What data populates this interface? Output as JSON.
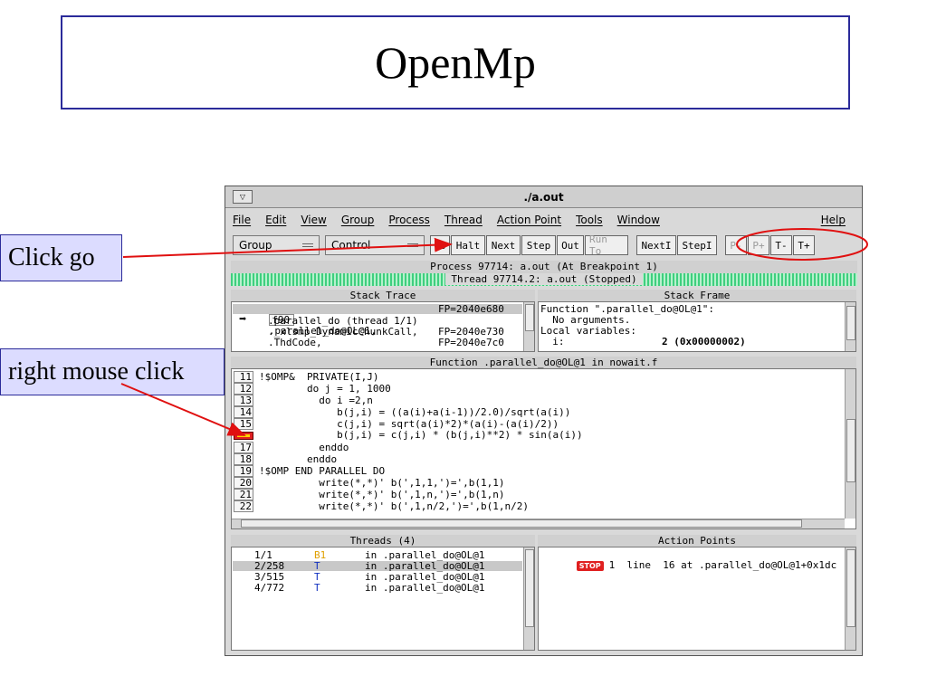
{
  "slide": {
    "title": "OpenMp",
    "callout_go": "Click go",
    "callout_right": "right mouse click"
  },
  "window": {
    "title": "./a.out",
    "menu": [
      "File",
      "Edit",
      "View",
      "Group",
      "Process",
      "Thread",
      "Action Point",
      "Tools",
      "Window"
    ],
    "help": "Help",
    "toolbar": {
      "group_label": "Group",
      "control_label": "Control",
      "buttons": [
        "Go",
        "Halt",
        "Next",
        "Step",
        "Out",
        "Run To",
        "NextI",
        "StepI",
        "P-",
        "P+",
        "T-",
        "T+"
      ]
    },
    "process_status": "Process 97714: a.out (At Breakpoint 1)",
    "thread_status": "Thread 97714.2: a.out (Stopped)"
  },
  "stack_trace": {
    "header": "Stack Trace",
    "rows": [
      {
        "lang": "f90",
        "name": ".parallel_do@OL@1,",
        "fp": "FP=2040e680"
      },
      {
        "lang": "",
        "name": ".parallel_do (thread 1/1)",
        "fp": ""
      },
      {
        "lang": "",
        "name": "._xlsmp_DynamicChunkCall,",
        "fp": "FP=2040e730"
      },
      {
        "lang": "",
        "name": ".ThdCode,",
        "fp": "FP=2040e7c0"
      }
    ]
  },
  "stack_frame": {
    "header": "Stack Frame",
    "lines": [
      "Function \".parallel_do@OL@1\":",
      "  No arguments.",
      "Local variables:"
    ],
    "var_name": "  i:",
    "var_value": "2 (0x00000002)"
  },
  "source": {
    "header": "Function .parallel_do@OL@1 in nowait.f",
    "lines": [
      {
        "num": "11",
        "code": "!$OMP&  PRIVATE(I,J)"
      },
      {
        "num": "12",
        "code": "        do j = 1, 1000"
      },
      {
        "num": "13",
        "code": "          do i =2,n"
      },
      {
        "num": "14",
        "code": "             b(j,i) = ((a(i)+a(i-1))/2.0)/sqrt(a(i))"
      },
      {
        "num": "15",
        "code": "             c(j,i) = sqrt(a(i)*2)*(a(i)-(a(i)/2))"
      },
      {
        "num": "",
        "code": "             b(j,i) = c(j,i) * (b(j,i)**2) * sin(a(i))"
      },
      {
        "num": "17",
        "code": "          enddo"
      },
      {
        "num": "18",
        "code": "        enddo"
      },
      {
        "num": "19",
        "code": "!$OMP END PARALLEL DO"
      },
      {
        "num": "20",
        "code": "          write(*,*)' b(',1,1,')=',b(1,1)"
      },
      {
        "num": "21",
        "code": "          write(*,*)' b(',1,n,')=',b(1,n)"
      },
      {
        "num": "22",
        "code": "          write(*,*)' b(',1,n/2,')=',b(1,n/2)"
      }
    ]
  },
  "threads": {
    "header": "Threads (4)",
    "rows": [
      {
        "id": "1/1",
        "state": "B1",
        "loc": "in .parallel_do@OL@1"
      },
      {
        "id": "2/258",
        "state": "T",
        "loc": "in .parallel_do@OL@1"
      },
      {
        "id": "3/515",
        "state": "T",
        "loc": "in .parallel_do@OL@1"
      },
      {
        "id": "4/772",
        "state": "T",
        "loc": "in .parallel_do@OL@1"
      }
    ]
  },
  "action_points": {
    "header": "Action Points",
    "stop_label": "STOP",
    "row": "1  line  16 at .parallel_do@OL@1+0x1dc"
  },
  "colors": {
    "callout_fill": "#dcdcff",
    "annotation_red": "#e01010",
    "thread_status_green": "#3fcf7f",
    "stop_red": "#e02020"
  }
}
